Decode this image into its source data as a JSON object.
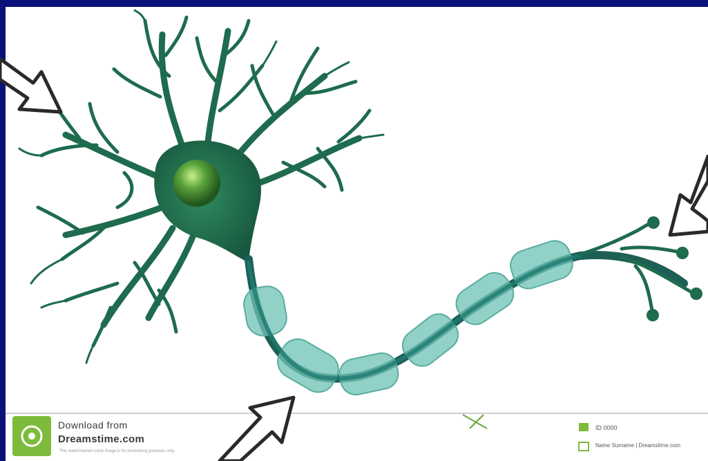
{
  "colors": {
    "background_border": "#0b1178",
    "panel": "#ffffff",
    "neuron_dark": "#1e6b4e",
    "neuron_body": "#2b7d58",
    "nucleus": "#5aa23c",
    "myelin": "#6ec2b6",
    "axon_core": "#1f7a70",
    "arrow_fill": "#ffffff",
    "arrow_stroke": "#2a2a2a",
    "watermark_green": "#7dbb3c"
  },
  "watermark": {
    "download_line1": "Download from",
    "download_line2": "Dreamstime.com",
    "id_label": "ID 0000",
    "credit_label": "Name Surname | Dreamstime.com",
    "fine_print": "This watermarked comp image is for previewing purposes only."
  },
  "icons": {
    "logo": "dreamstime-logo-icon",
    "arrows": [
      "arrow-to-dendrites",
      "arrow-to-axon-terminals",
      "arrow-to-myelin-sheath"
    ]
  }
}
